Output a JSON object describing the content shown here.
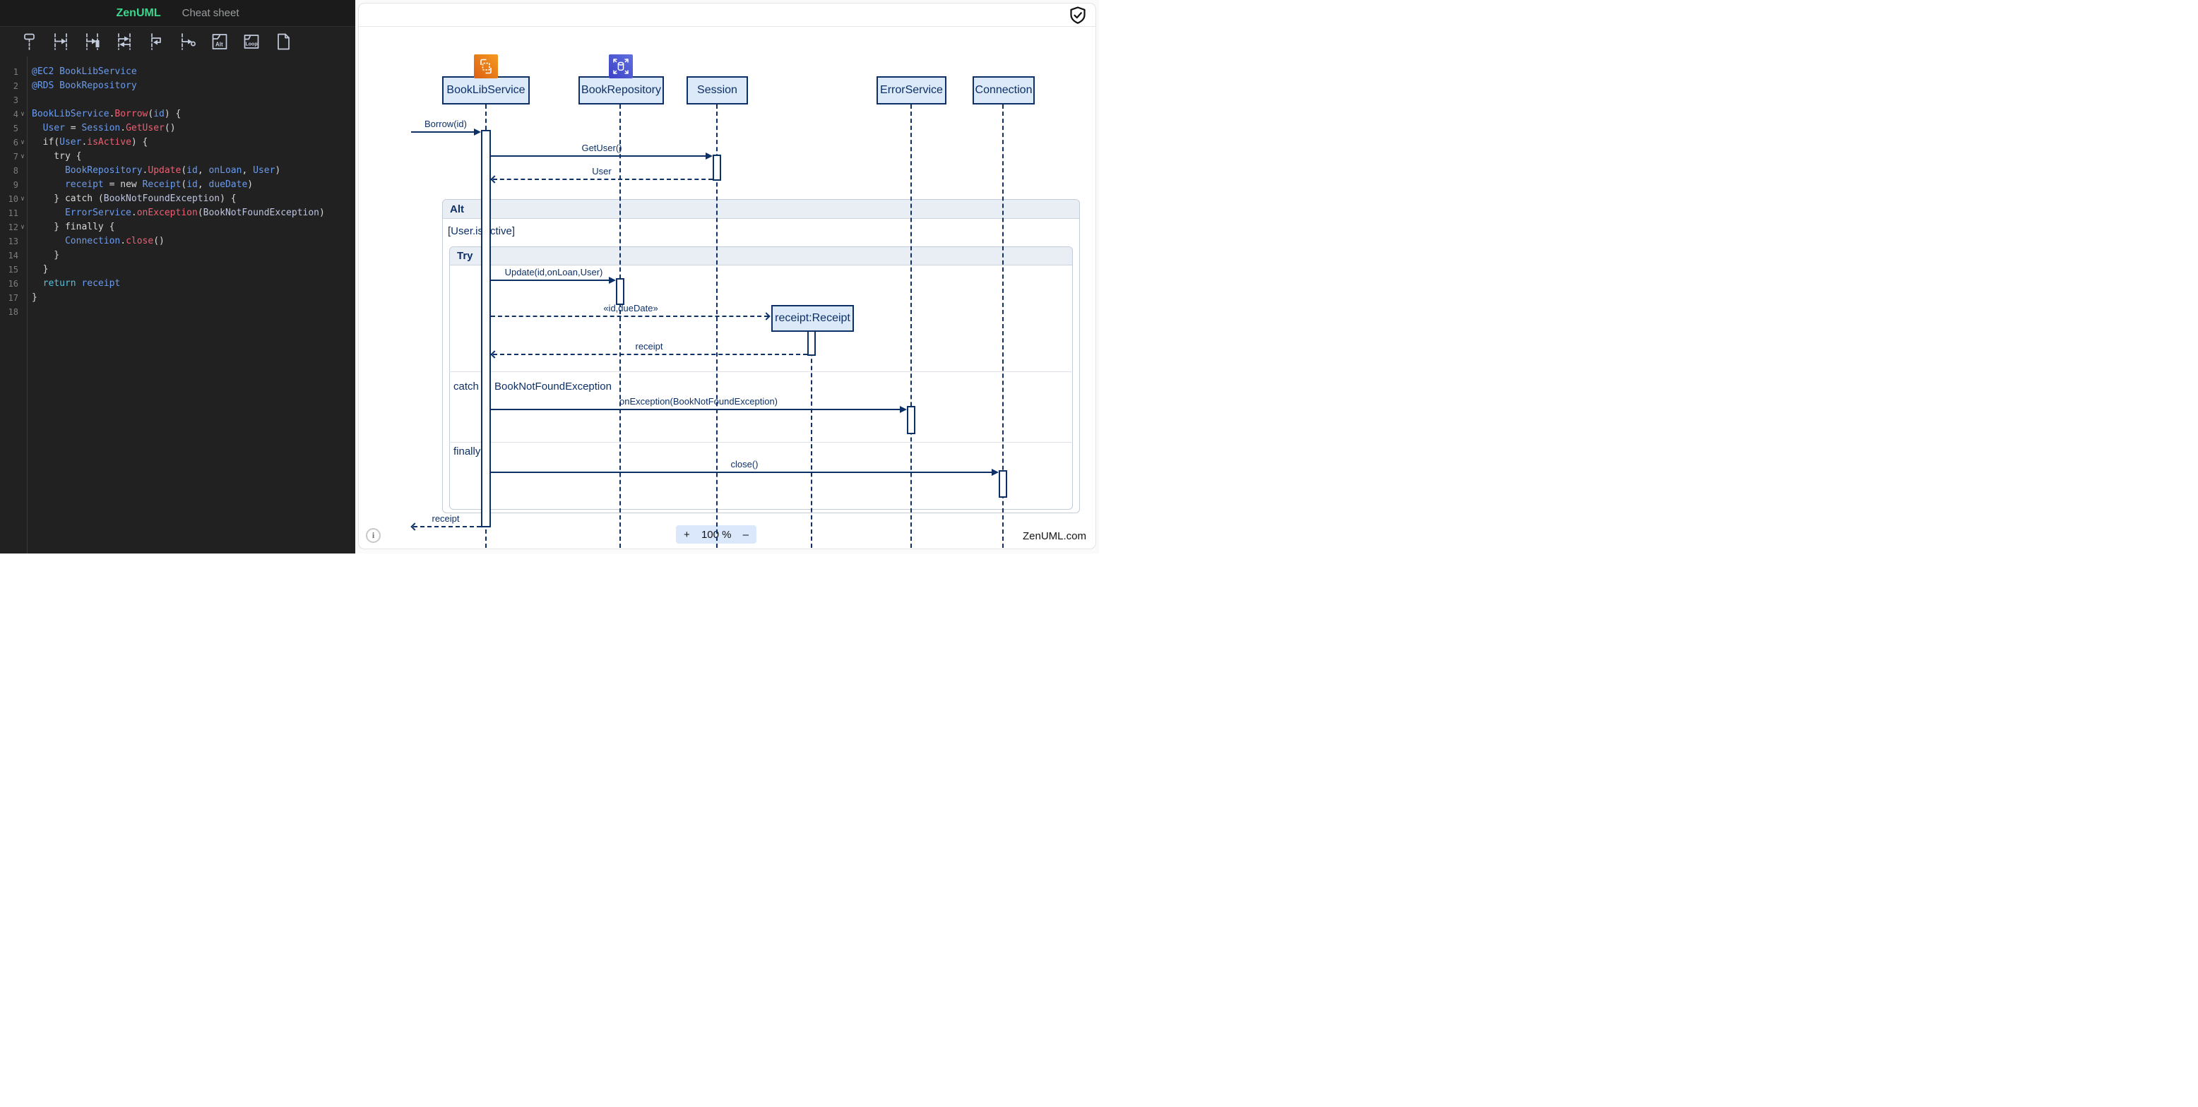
{
  "header": {
    "brand": "ZenUML",
    "menu_cheat_sheet": "Cheat sheet"
  },
  "toolbar": {
    "alt_text": "Alt",
    "loop_text": "Loop",
    "icons": [
      "participant",
      "sync-message",
      "sync-message-activation",
      "return-message",
      "self-message",
      "async-message",
      "alt-fragment",
      "loop-fragment",
      "new-file"
    ]
  },
  "code": {
    "lines": [
      {
        "n": 1,
        "fold": false,
        "tokens": [
          [
            "@EC2 BookLibService",
            "blue"
          ]
        ]
      },
      {
        "n": 2,
        "fold": false,
        "tokens": [
          [
            "@RDS BookRepository",
            "blue"
          ]
        ]
      },
      {
        "n": 3,
        "fold": false,
        "tokens": []
      },
      {
        "n": 4,
        "fold": true,
        "tokens": [
          [
            "BookLibService",
            "blue"
          ],
          [
            ".",
            "white"
          ],
          [
            "Borrow",
            "red"
          ],
          [
            "(",
            "white"
          ],
          [
            "id",
            "blue"
          ],
          [
            ") {",
            "white"
          ]
        ]
      },
      {
        "n": 5,
        "fold": false,
        "tokens": [
          [
            "  ",
            "white"
          ],
          [
            "User",
            "blue"
          ],
          [
            " = ",
            "white"
          ],
          [
            "Session",
            "blue"
          ],
          [
            ".",
            "white"
          ],
          [
            "GetUser",
            "red"
          ],
          [
            "()",
            "white"
          ]
        ]
      },
      {
        "n": 6,
        "fold": true,
        "tokens": [
          [
            "  if(",
            "white"
          ],
          [
            "User",
            "blue"
          ],
          [
            ".",
            "white"
          ],
          [
            "isActive",
            "red"
          ],
          [
            ") {",
            "white"
          ]
        ]
      },
      {
        "n": 7,
        "fold": true,
        "tokens": [
          [
            "    try {",
            "white"
          ]
        ]
      },
      {
        "n": 8,
        "fold": false,
        "tokens": [
          [
            "      ",
            "white"
          ],
          [
            "BookRepository",
            "blue"
          ],
          [
            ".",
            "white"
          ],
          [
            "Update",
            "red"
          ],
          [
            "(",
            "white"
          ],
          [
            "id",
            "blue"
          ],
          [
            ", ",
            "white"
          ],
          [
            "onLoan",
            "blue"
          ],
          [
            ", ",
            "white"
          ],
          [
            "User",
            "blue"
          ],
          [
            ")",
            "white"
          ]
        ]
      },
      {
        "n": 9,
        "fold": false,
        "tokens": [
          [
            "      ",
            "white"
          ],
          [
            "receipt",
            "blue"
          ],
          [
            " = new ",
            "white"
          ],
          [
            "Receipt",
            "blue"
          ],
          [
            "(",
            "white"
          ],
          [
            "id",
            "blue"
          ],
          [
            ", ",
            "white"
          ],
          [
            "dueDate",
            "blue"
          ],
          [
            ")",
            "white"
          ]
        ]
      },
      {
        "n": 10,
        "fold": true,
        "tokens": [
          [
            "    } catch (",
            "white"
          ],
          [
            "BookNotFoundException",
            "lav"
          ],
          [
            ") {",
            "white"
          ]
        ]
      },
      {
        "n": 11,
        "fold": false,
        "tokens": [
          [
            "      ",
            "white"
          ],
          [
            "ErrorService",
            "blue"
          ],
          [
            ".",
            "white"
          ],
          [
            "onException",
            "red"
          ],
          [
            "(",
            "white"
          ],
          [
            "BookNotFoundException",
            "lav"
          ],
          [
            ")",
            "white"
          ]
        ]
      },
      {
        "n": 12,
        "fold": true,
        "tokens": [
          [
            "    } finally {",
            "white"
          ]
        ]
      },
      {
        "n": 13,
        "fold": false,
        "tokens": [
          [
            "      ",
            "white"
          ],
          [
            "Connection",
            "blue"
          ],
          [
            ".",
            "white"
          ],
          [
            "close",
            "red"
          ],
          [
            "()",
            "white"
          ]
        ]
      },
      {
        "n": 14,
        "fold": false,
        "tokens": [
          [
            "    }",
            "white"
          ]
        ]
      },
      {
        "n": 15,
        "fold": false,
        "tokens": [
          [
            "  }",
            "white"
          ]
        ]
      },
      {
        "n": 16,
        "fold": false,
        "tokens": [
          [
            "  ",
            "white"
          ],
          [
            "return ",
            "cyan"
          ],
          [
            "receipt",
            "blue"
          ]
        ]
      },
      {
        "n": 17,
        "fold": false,
        "tokens": [
          [
            "}",
            "white"
          ]
        ]
      },
      {
        "n": 18,
        "fold": false,
        "tokens": []
      }
    ]
  },
  "diagram": {
    "participants": [
      {
        "name": "BookLibService",
        "icon": "ec2"
      },
      {
        "name": "BookRepository",
        "icon": "rds"
      },
      {
        "name": "Session",
        "icon": ""
      },
      {
        "name": "ErrorService",
        "icon": ""
      },
      {
        "name": "Connection",
        "icon": ""
      }
    ],
    "created_participant": {
      "name": "receipt:Receipt"
    },
    "messages": {
      "borrow": "Borrow(id)",
      "get_user": "GetUser()",
      "user_return": "User",
      "update": "Update(id,onLoan,User)",
      "new_receipt": "«id,dueDate»",
      "receipt_return": "receipt",
      "on_exception": "onException(BookNotFoundException)",
      "close": "close()",
      "final_return": "receipt"
    },
    "fragments": {
      "alt_label": "Alt",
      "alt_condition": "[User.isActive]",
      "try_label": "Try",
      "catch_label": "catch",
      "catch_exception": "BookNotFoundException",
      "finally_label": "finally"
    },
    "colors": {
      "navy": "#0d3067",
      "participant_fill": "#dbe9f9",
      "ec2_orange": "#e8701e",
      "rds_blue": "#4d55d2"
    }
  },
  "footer": {
    "zoom_in": "+",
    "zoom_level": "100 %",
    "zoom_out": "–",
    "brand": "ZenUML.com"
  }
}
